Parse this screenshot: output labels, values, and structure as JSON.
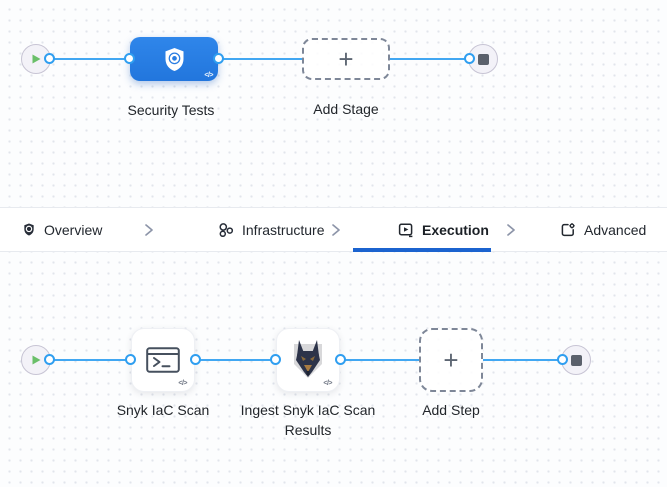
{
  "stage_graph": {
    "stage_label": "Security Tests",
    "add_stage_label": "Add Stage"
  },
  "tabs": {
    "items": [
      {
        "label": "Overview",
        "icon": "shield-icon",
        "active": false
      },
      {
        "label": "Infrastructure",
        "icon": "infrastructure-icon",
        "active": false
      },
      {
        "label": "Execution",
        "icon": "execution-icon",
        "active": true
      },
      {
        "label": "Advanced",
        "icon": "advanced-icon",
        "active": false
      }
    ]
  },
  "step_graph": {
    "steps": [
      {
        "label": "Snyk IaC Scan",
        "icon": "terminal-icon"
      },
      {
        "label": "Ingest Snyk IaC Scan Results",
        "icon": "snyk-dog-icon"
      }
    ],
    "add_step_label": "Add Step"
  },
  "icons": {
    "plus": "+",
    "code": "</>"
  },
  "colors": {
    "edge_blue": "#41a7f2",
    "stage_blue": "#2a7de2",
    "active_tab_underline": "#1b63cf",
    "play_green": "#6abf69"
  }
}
